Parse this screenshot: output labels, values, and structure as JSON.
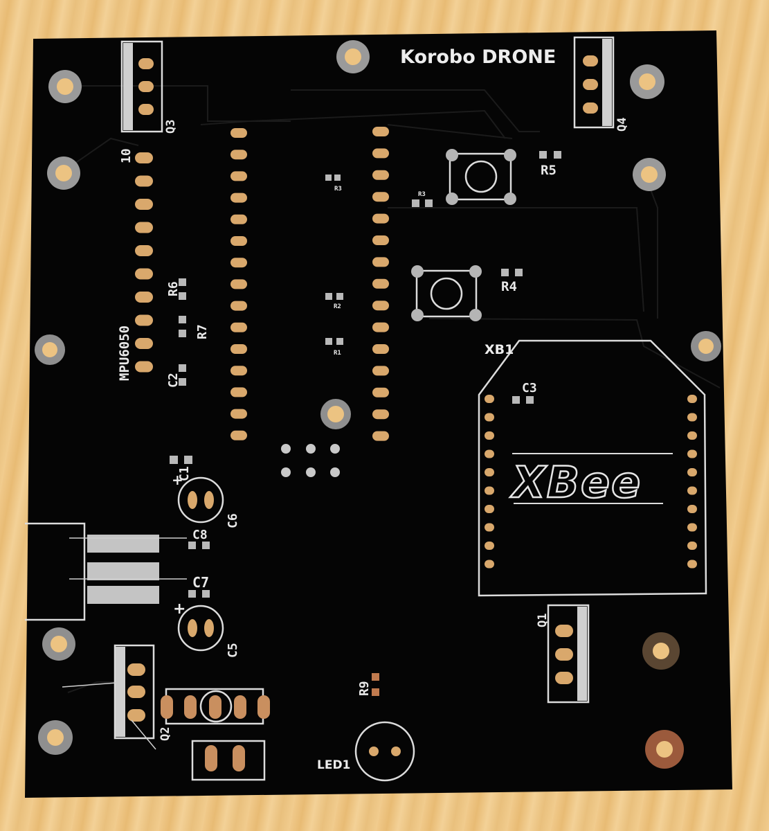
{
  "board": {
    "title": "Korobo DRONE",
    "colors": {
      "mask": "#050505",
      "silk": "#e8e8e8",
      "copper": "#d9a86c",
      "wood": "#ecc382"
    }
  },
  "labels": {
    "q1": "Q1",
    "q2": "Q2",
    "q3": "Q3",
    "q4": "Q4",
    "r1": "R1",
    "r2": "R2",
    "r3": "R3",
    "r3b": "R3",
    "r4": "R4",
    "r5": "R5",
    "r6": "R6",
    "r7": "R7",
    "r9": "R9",
    "c1": "C1",
    "c2": "C2",
    "c3": "C3",
    "c5": "C5",
    "c6": "C6",
    "c7": "C7",
    "c8": "C8",
    "mpu": "MPU6050",
    "pin10": "10",
    "xb1": "XB1",
    "xbee_logo": "XBee",
    "led1": "LED1",
    "plus1": "+",
    "plus2": "+"
  }
}
